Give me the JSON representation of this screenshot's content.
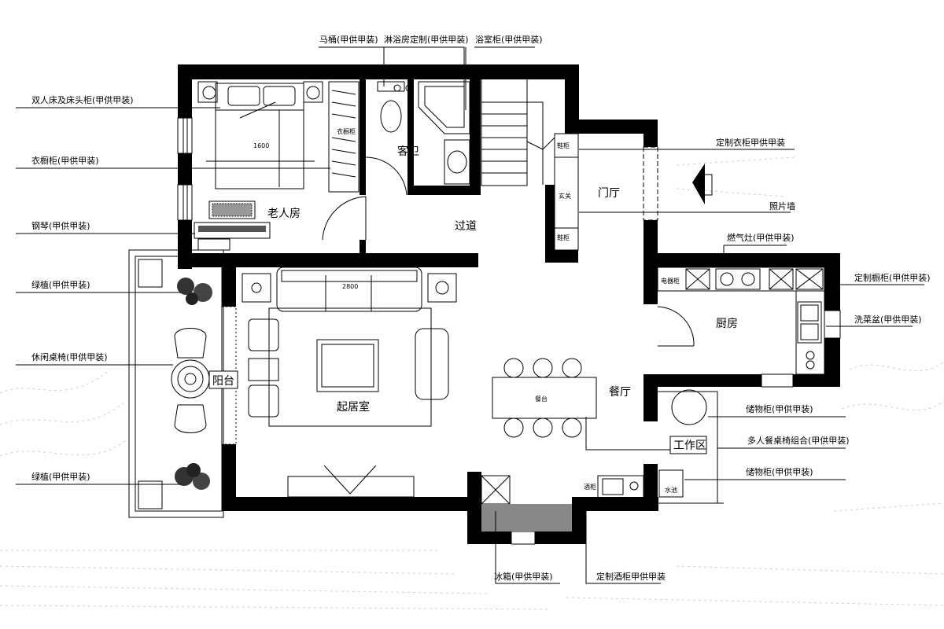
{
  "callouts": {
    "toilet": "马桶(甲供甲装)",
    "shower": "淋浴房定制(甲供甲装)",
    "bath_cabinet": "浴室柜(甲供甲装)",
    "double_bed": "双人床及床头柜(甲供甲装)",
    "wardrobe": "衣橱柜(甲供甲装)",
    "piano": "钢琴(甲供甲装)",
    "plant_top": "绿植(甲供甲装)",
    "leisure_table": "休闲桌椅(甲供甲装)",
    "plant_bottom": "绿植(甲供甲装)",
    "custom_wardrobe": "定制衣柜甲供甲装",
    "photo_wall": "照片墙",
    "stove": "燃气灶(甲供甲装)",
    "custom_cabinet": "定制橱柜(甲供甲装)",
    "sink": "洗菜盆(甲供甲装)",
    "storage_1": "储物柜(甲供甲装)",
    "dining_set": "多人餐桌椅组合(甲供甲装)",
    "storage_2": "储物柜(甲供甲装)",
    "fridge": "冰箱(甲供甲装)",
    "wine_cabinet": "定制酒柜甲供甲装"
  },
  "rooms": {
    "elder_room": "老人房",
    "guest_bath": "客卫",
    "corridor": "过道",
    "foyer": "门厅",
    "living": "起居室",
    "balcony": "阳台",
    "kitchen": "厨房",
    "dining": "餐厅",
    "work_area": "工作区"
  },
  "small_labels": {
    "wardrobe_text": "衣橱柜",
    "bed_width": "1600",
    "sofa_width": "2800",
    "dining_table": "餐台",
    "shoe_cabinet_1": "鞋柜",
    "entrance": "玄关",
    "shoe_cabinet_2": "鞋柜",
    "electric_box": "电器柜",
    "wine": "酒柜",
    "water_heater": "水池"
  }
}
